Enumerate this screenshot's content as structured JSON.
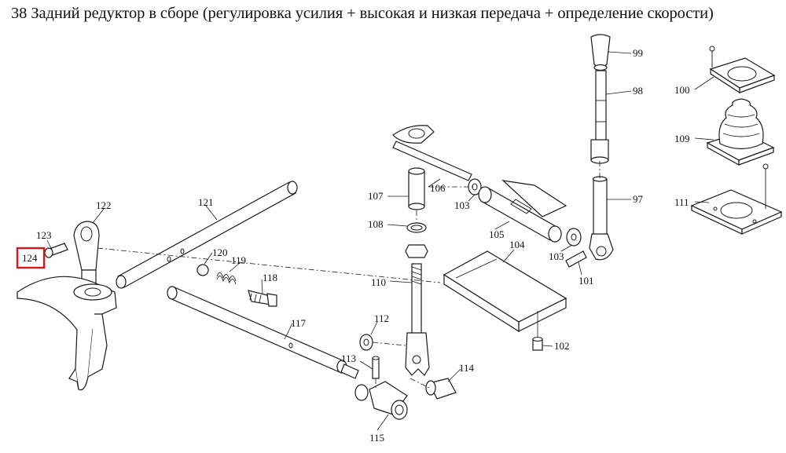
{
  "title": "38 Задний редуктор в сборе (регулировка усилия + высокая и низкая передача + определение скорости)",
  "highlighted_part": "124",
  "callouts": [
    {
      "id": "c99",
      "text": "99"
    },
    {
      "id": "c98",
      "text": "98"
    },
    {
      "id": "c100",
      "text": "100"
    },
    {
      "id": "c109",
      "text": "109"
    },
    {
      "id": "c111",
      "text": "111"
    },
    {
      "id": "c97",
      "text": "97"
    },
    {
      "id": "c106",
      "text": "106"
    },
    {
      "id": "c107",
      "text": "107"
    },
    {
      "id": "c103a",
      "text": "103"
    },
    {
      "id": "c108",
      "text": "108"
    },
    {
      "id": "c105",
      "text": "105"
    },
    {
      "id": "c104",
      "text": "104"
    },
    {
      "id": "c103b",
      "text": "103"
    },
    {
      "id": "c101",
      "text": "101"
    },
    {
      "id": "c110",
      "text": "110"
    },
    {
      "id": "c102",
      "text": "102"
    },
    {
      "id": "c112",
      "text": "112"
    },
    {
      "id": "c113",
      "text": "113"
    },
    {
      "id": "c114",
      "text": "114"
    },
    {
      "id": "c115",
      "text": "115"
    },
    {
      "id": "c117",
      "text": "117"
    },
    {
      "id": "c118",
      "text": "118"
    },
    {
      "id": "c119",
      "text": "119"
    },
    {
      "id": "c120",
      "text": "120"
    },
    {
      "id": "c121",
      "text": "121"
    },
    {
      "id": "c122",
      "text": "122"
    },
    {
      "id": "c123",
      "text": "123"
    },
    {
      "id": "c124",
      "text": "124"
    }
  ]
}
